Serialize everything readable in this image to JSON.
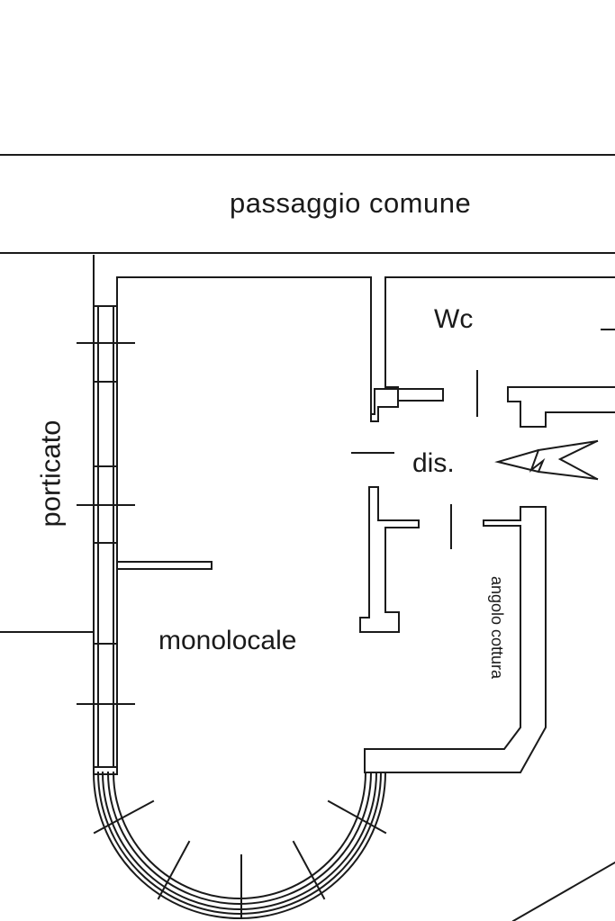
{
  "labels": {
    "passage": "passaggio comune",
    "wc": "Wc",
    "hallway": "dis.",
    "portico": "porticato",
    "studio": "monolocale",
    "kitchen_corner": "angolo cottura"
  },
  "icons": {
    "entrance": "entrance-arrow-icon"
  },
  "colors": {
    "lines": "#1a1a1a",
    "background": "#ffffff"
  }
}
